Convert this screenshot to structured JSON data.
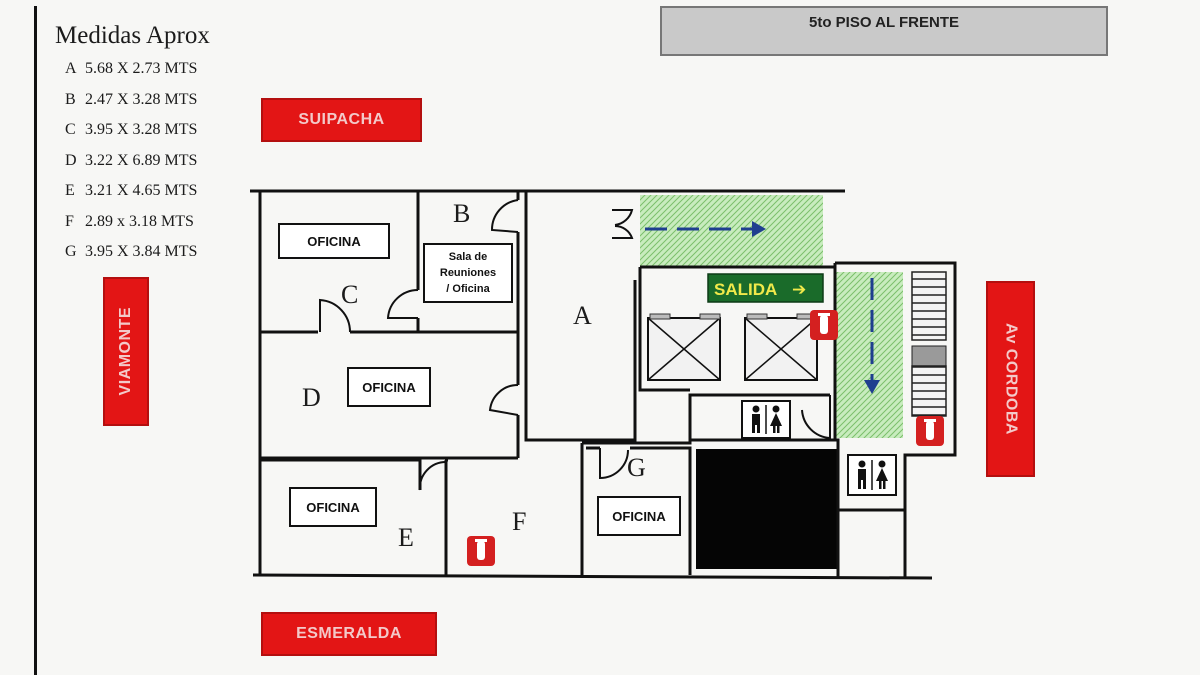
{
  "header": {
    "title": "5to PISO AL FRENTE"
  },
  "legend": {
    "title": "Medidas Aprox",
    "items": [
      {
        "letter": "A",
        "size": "5.68 X 2.73 MTS"
      },
      {
        "letter": "B",
        "size": "2.47 X 3.28 MTS"
      },
      {
        "letter": "C",
        "size": "3.95 X 3.28 MTS"
      },
      {
        "letter": "D",
        "size": "3.22 X 6.89 MTS"
      },
      {
        "letter": "E",
        "size": "3.21 X 4.65 MTS"
      },
      {
        "letter": "F",
        "size": "2.89 x 3.18 MTS"
      },
      {
        "letter": "G",
        "size": "3.95 X 3.84 MTS"
      }
    ]
  },
  "streets": {
    "top": "SUIPACHA",
    "left": "VIAMONTE",
    "right": "Av CORDOBA",
    "bottom": "ESMERALDA"
  },
  "rooms": {
    "a": "A",
    "b": "B",
    "c": "C",
    "d": "D",
    "e": "E",
    "f": "F",
    "g": "G",
    "office_label": "OFICINA",
    "meeting_line1": "Sala de",
    "meeting_line2": "Reuniones",
    "meeting_line3": "/ Oficina"
  },
  "exit_sign": {
    "label": "SALIDA",
    "arrow": "➔"
  },
  "colors": {
    "street_sign": "#e31515",
    "exit_zone": "#bfe6b4",
    "exit_sign_bg": "#1a6b2a",
    "exit_sign_text": "#f0e94a",
    "arrow_blue": "#1f3f8f",
    "extinguisher": "#d42020"
  },
  "icons": [
    "restroom-icon",
    "extinguisher-icon",
    "elevator-icon",
    "stairs-icon"
  ]
}
